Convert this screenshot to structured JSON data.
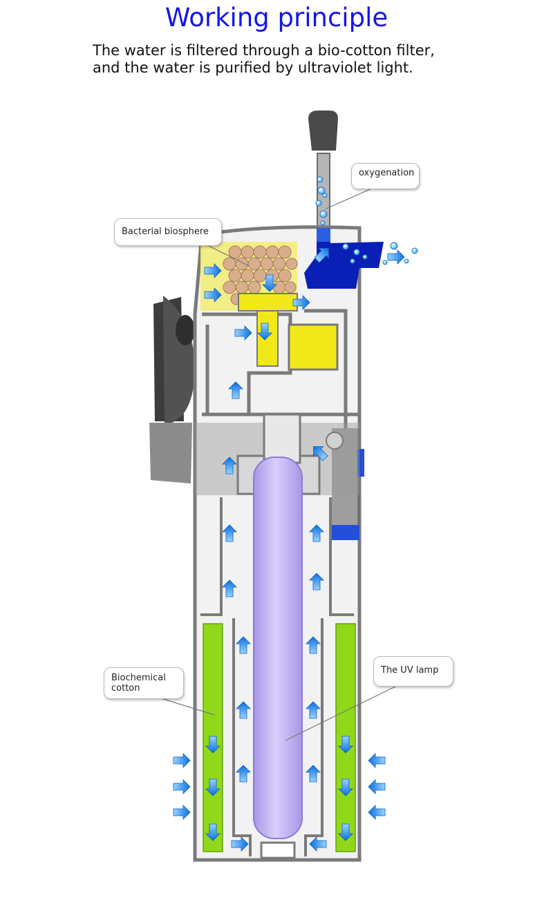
{
  "header": {
    "title": "Working principle",
    "subtitle_line1": "The water is filtered through a bio-cotton filter,",
    "subtitle_line2": "and the water is purified by ultraviolet light."
  },
  "labels": {
    "oxygenation": "oxygenation",
    "bacterial_biosphere": "Bacterial biosphere",
    "biochemical_cotton_line1": "Biochemical",
    "biochemical_cotton_line2": "cotton",
    "uv_lamp": "The UV lamp"
  },
  "colors": {
    "title": "#1515e6",
    "housing": "#8a8a8a",
    "biochemical_cotton": "#8fd81a",
    "uv_lamp": "#b9a9ee",
    "impeller": "#f1e81a",
    "bio_balls": "#d9ae8c",
    "outlet": "#0a1fb6",
    "flow_arrow": "#1e88e8"
  }
}
